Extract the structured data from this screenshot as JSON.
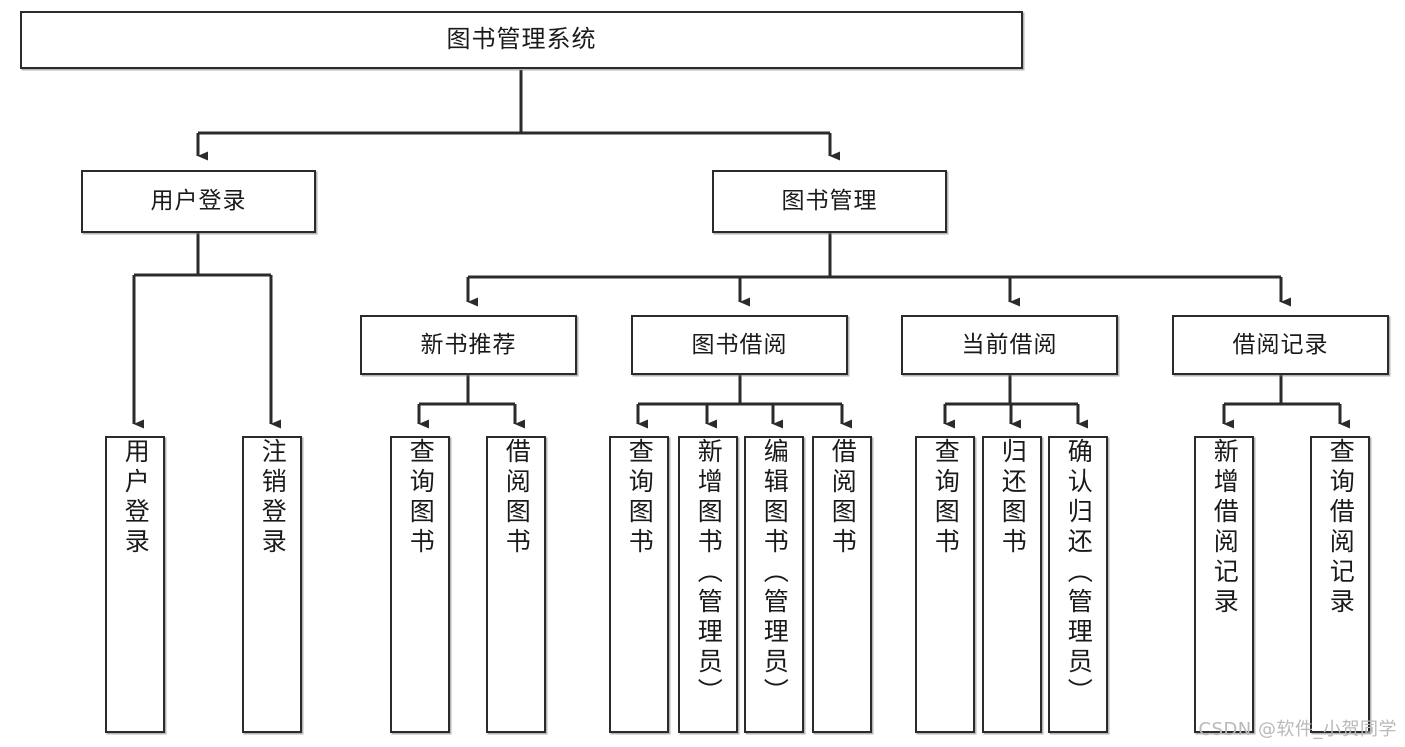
{
  "diagram": {
    "title": "图书管理系统",
    "watermark": "CSDN @软件_小贺同学",
    "colors": {
      "box_border": "#2b2b2b",
      "box_fill": "#ffffff",
      "connector": "#2b2b2b",
      "text": "#1a1a1a",
      "watermark": "#b9b9b9"
    },
    "levels": {
      "root_label": "图书管理系统",
      "level2": [
        {
          "label": "用户登录"
        },
        {
          "label": "图书管理"
        }
      ],
      "level3": [
        {
          "label": "新书推荐"
        },
        {
          "label": "图书借阅"
        },
        {
          "label": "当前借阅"
        },
        {
          "label": "借阅记录"
        }
      ]
    },
    "nodes": {
      "root": "图书管理系统",
      "user_login": "用户登录",
      "book_manage": "图书管理",
      "new_book_rec": "新书推荐",
      "book_borrow": "图书借阅",
      "current_borrow": "当前借阅",
      "borrow_record": "借阅记录",
      "leaf_user_login": "用户登录",
      "leaf_logout": "注销登录",
      "leaf_query_book_1": "查询图书",
      "leaf_borrow_book_1": "借阅图书",
      "leaf_query_book_2": "查询图书",
      "leaf_add_book_admin": "新增图书（管理员）",
      "leaf_edit_book_admin": "编辑图书（管理员）",
      "leaf_borrow_book_2": "借阅图书",
      "leaf_query_book_3": "查询图书",
      "leaf_return_book": "归还图书",
      "leaf_confirm_return_admin": "确认归还（管理员）",
      "leaf_add_borrow_record": "新增借阅记录",
      "leaf_query_borrow_record": "查询借阅记录"
    }
  }
}
